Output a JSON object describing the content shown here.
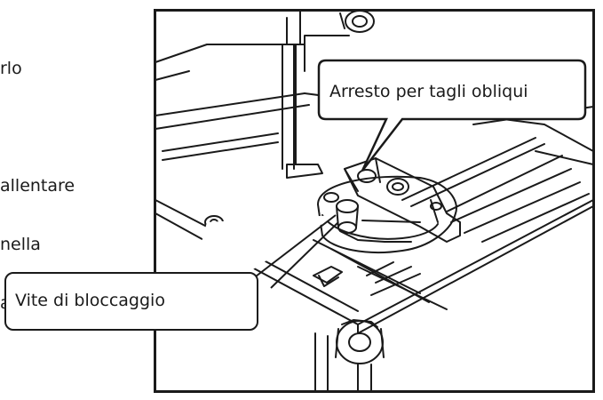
{
  "side_text": {
    "lines": [
      "rlo",
      "",
      "allentare",
      "nella",
      "arlo"
    ]
  },
  "callouts": {
    "miter_stop": "Arresto per tagli obliqui",
    "lock_screw": "Vite di bloccaggio"
  },
  "colors": {
    "line": "#1a1a1a",
    "background": "#ffffff"
  }
}
